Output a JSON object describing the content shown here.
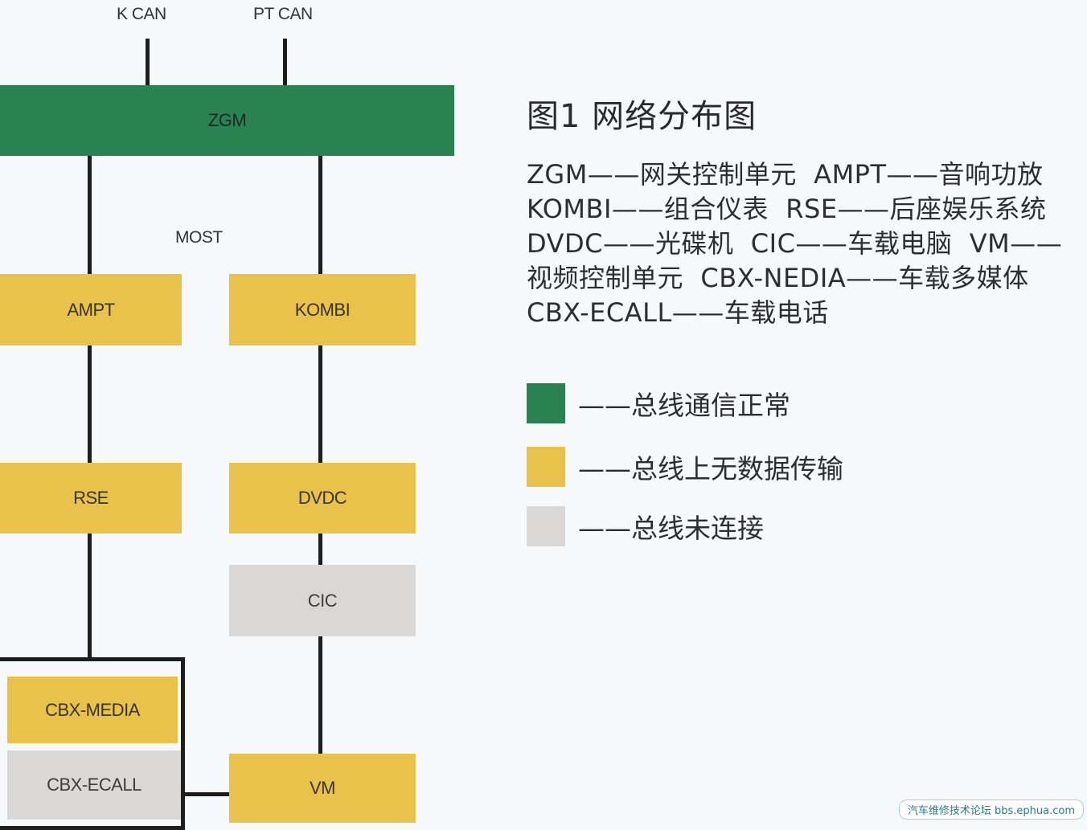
{
  "bus_labels": {
    "k_can": "K CAN",
    "pt_can": "PT CAN",
    "most": "MOST"
  },
  "nodes": {
    "zgm": "ZGM",
    "ampt": "AMPT",
    "kombi": "KOMBI",
    "rse": "RSE",
    "dvdc": "DVDC",
    "cic": "CIC",
    "cbx_media": "CBX-MEDIA",
    "cbx_ecall": "CBX-ECALL",
    "vm": "VM"
  },
  "caption": {
    "title": "图1  网络分布图",
    "description": "ZGM——网关控制单元  AMPT——音响功放  KOMBI——组合仪表  RSE——后座娱乐系统  DVDC——光碟机  CIC——车载电脑  VM——视频控制单元  CBX-NEDIA——车载多媒体  CBX-ECALL——车载电话"
  },
  "legend": [
    {
      "color": "#2a8152",
      "text": "——总线通信正常"
    },
    {
      "color": "#e9c24b",
      "text": "——总线上无数据传输"
    },
    {
      "color": "#d9d8d6",
      "text": "——总线未连接"
    }
  ],
  "colors": {
    "normal": "#2a8152",
    "no_data": "#e9c24b",
    "not_connected": "#d9d8d6",
    "wire": "#1e1e1e"
  },
  "watermark": "汽车维修技术论坛 bbs.ephua.com"
}
